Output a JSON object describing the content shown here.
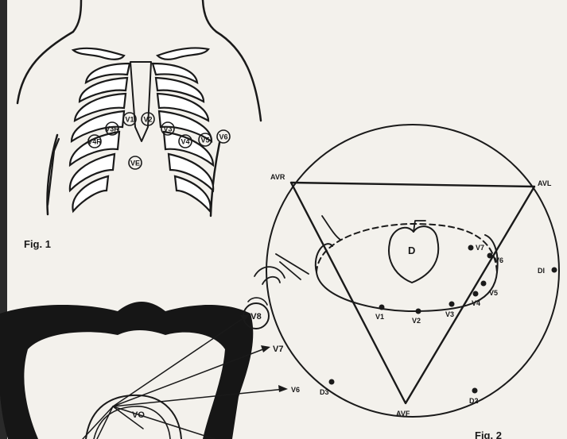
{
  "figure1": {
    "caption": "Fig. 1",
    "electrodes": [
      "V1",
      "V2",
      "V3",
      "V4",
      "V5",
      "V6",
      "V3R",
      "V4R",
      "VE"
    ]
  },
  "figure2": {
    "caption": "Fig. 2",
    "vertices": {
      "avr": "AVR",
      "avl": "AVL",
      "avf": "AVF"
    },
    "derivations": {
      "d1": "DI",
      "d2": "D2",
      "d3": "D3"
    },
    "precordial": [
      "V1",
      "V2",
      "V3",
      "V4",
      "V5",
      "V6",
      "V7"
    ]
  },
  "figure3": {
    "leads": [
      "V8",
      "V7",
      "V6"
    ],
    "inner_label": "VO"
  }
}
